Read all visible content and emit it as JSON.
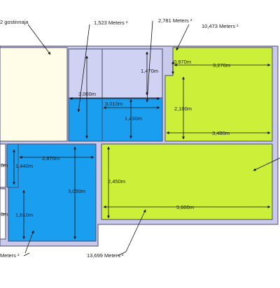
{
  "colors": {
    "floor": "#c9c9ec",
    "cream": "#fffde8",
    "blue": "#1a9ff0",
    "lime": "#ccf03a",
    "light_room": "#cfd2f2",
    "white_room": "#ffffff",
    "wall": "#4a4a6a",
    "text": "#1a1a1a"
  },
  "annotations": {
    "top_left": "2 gostinnaja",
    "top_1": "1,523 Meters ²",
    "top_2": "2,781 Meters ²",
    "top_3": "10,473 Meters ²",
    "bottom_left": "Meters ²",
    "bottom_center": "13,699 Meters ²"
  },
  "dimensions": {
    "d_3000": "3,000m",
    "d_1470": "1,470m",
    "d_3010": "3,010m",
    "d_1430": "1,430m",
    "d_0970": "0,970m",
    "d_3270": "3,270m",
    "d_2100": "2,100m",
    "d_3480": "3,480m",
    "d_2870": "2,870m",
    "d_1440": "1,440m",
    "d_3050": "3,050m",
    "d_1610": "1,610m",
    "d_2450": "2,450m",
    "d_5600": "5,600m",
    "d_left_top": "0m",
    "d_left_bot": "0m"
  }
}
